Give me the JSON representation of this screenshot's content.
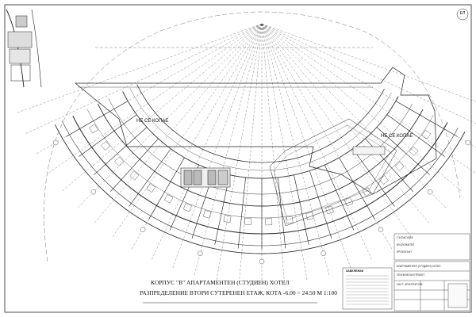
{
  "sheet": {
    "sheet_number": "ЕЛ",
    "no_dig_label_left": "НЕ СЕ КОПАЕ",
    "no_dig_label_right": "НЕ СЕ КОПАЕ",
    "title_line1": "КОРПУС \"В\" АПАРТАМЕНТЕН (СТУДИЕН) ХОТЕЛ",
    "title_line2": "РАЗПРЕДЕЛЕНИЕ ВТОРИ СУТЕРЕНЕН ЕТАЖ, КОТА -6.00 = 24.50  М 1:100",
    "notes_heading": "ЗАБЕЛЕЖКИ"
  },
  "stamps": [
    {
      "key": "approve",
      "label": "СЪГЛАСУВАЛ"
    },
    {
      "key": "investor",
      "label": "ВЪЗЛОЖИТЕЛ"
    },
    {
      "key": "designer",
      "label": "ПРОЕКТАНТ"
    }
  ],
  "title_block": {
    "project": "АПАРТАМЕНТЕН (СТУДИЕН) ХОТЕЛ",
    "phase": "ТЕХНИЧЕСКИ ПРОЕКТ",
    "part": "ЧАСТ: АРХИТЕКТУРА"
  },
  "colors": {
    "ink": "#1a1a1a",
    "grid": "#444444",
    "light": "#9a9a9a"
  }
}
